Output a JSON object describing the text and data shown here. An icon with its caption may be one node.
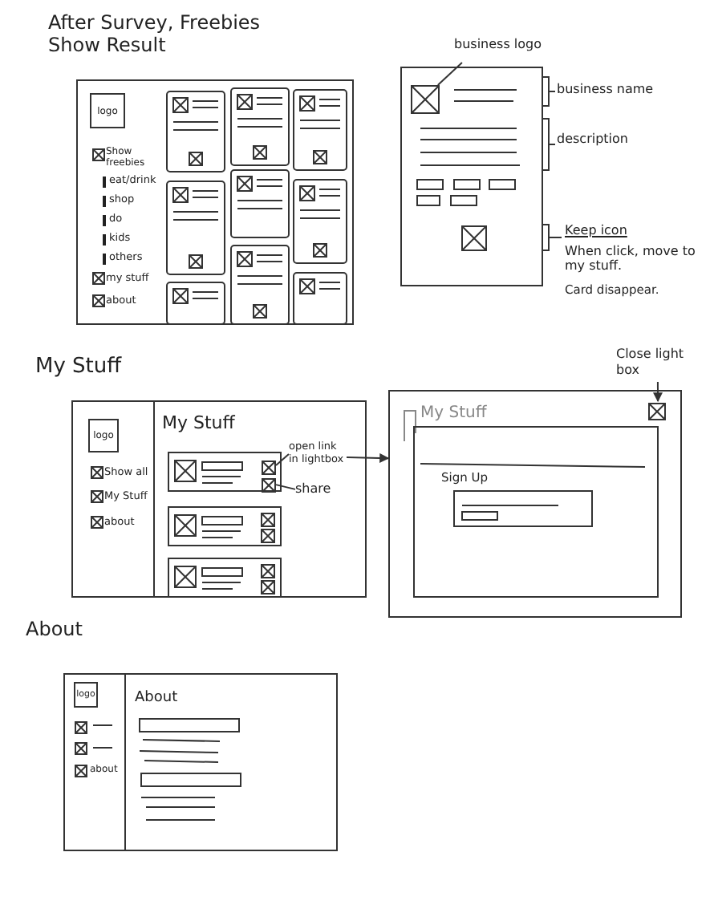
{
  "diagram": {
    "nodes": [
      {
        "text": [
          "business logo"
        ]
      },
      {
        "text": [],
        "shape": "box"
      },
      {
        "text": [
          "open link in lightbox"
        ]
      },
      {
        "text": [],
        "shape": "box"
      },
      {
        "text": [
          "share"
        ]
      },
      {
        "text": [],
        "shape": "box"
      },
      {
        "text": [],
        "shape": "box"
      },
      {
        "text": [
          "Close light box"
        ]
      },
      {
        "text": [],
        "shape": "box",
        "in": 6
      },
      {
        "text": [
          "logo"
        ]
      },
      {
        "text": [
          "logo"
        ]
      },
      {
        "text": [
          "logo"
        ]
      }
    ],
    "edges": [
      {
        "from": 0,
        "to": 1,
        "arrow": "none"
      },
      {
        "from": 2,
        "to": 3,
        "arrow": "none"
      },
      {
        "from": 4,
        "to": 5,
        "arrow": "none"
      },
      {
        "from": 2,
        "to": 6,
        "arrow": "to"
      },
      {
        "from": 7,
        "to": 8,
        "arrow": "to"
      }
    ],
    "labels": [
      "After Survey, Freebies Show Result",
      "Show freebies",
      "eat/drink",
      "shop",
      "do",
      "kids",
      "others",
      "my stuff",
      "about",
      "business name",
      "description",
      "Keep icon",
      "When click, move to my stuff.",
      "Card disappear.",
      "My Stuff",
      "Show all",
      "My Stuff",
      "about",
      "My Stuff",
      "My Stuff",
      "Sign Up",
      "About",
      "about",
      "About"
    ]
  }
}
